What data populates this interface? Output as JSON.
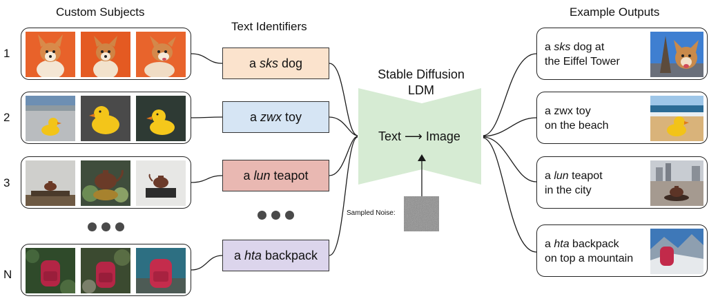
{
  "headers": {
    "custom_subjects": "Custom Subjects",
    "text_identifiers": "Text Identifiers",
    "example_outputs": "Example Outputs"
  },
  "rows": [
    {
      "label": "1",
      "identifier_prefix": "a ",
      "identifier_token": "sks",
      "identifier_suffix": " dog",
      "color": "#fbe3cd"
    },
    {
      "label": "2",
      "identifier_prefix": "a ",
      "identifier_token": "zwx",
      "identifier_suffix": " toy",
      "color": "#d6e5f4"
    },
    {
      "label": "3",
      "identifier_prefix": "a ",
      "identifier_token": "lun",
      "identifier_suffix": " teapot",
      "color": "#e9b8b2"
    },
    {
      "label": "N",
      "identifier_prefix": "a ",
      "identifier_token": "hta",
      "identifier_suffix": " backpack",
      "color": "#dcd5ec"
    }
  ],
  "model": {
    "title_line1": "Stable Diffusion",
    "title_line2": "LDM",
    "input_label": "Text",
    "arrow": "⟶",
    "output_label": "Image",
    "noise_label": "Sampled Noise:",
    "color": "#d6ebd3"
  },
  "outputs": [
    {
      "prefix": "a ",
      "token": "sks",
      "line1_rest": " dog at",
      "line2": "the Eiffel Tower"
    },
    {
      "prefix": "a ",
      "token": "",
      "line1_rest": "zwx toy",
      "line2": "on the beach"
    },
    {
      "prefix": "a ",
      "token": "lun",
      "line1_rest": " teapot",
      "line2": "in the city"
    },
    {
      "prefix": "a ",
      "token": "hta",
      "line1_rest": " backpack",
      "line2": "on top a mountain"
    }
  ]
}
